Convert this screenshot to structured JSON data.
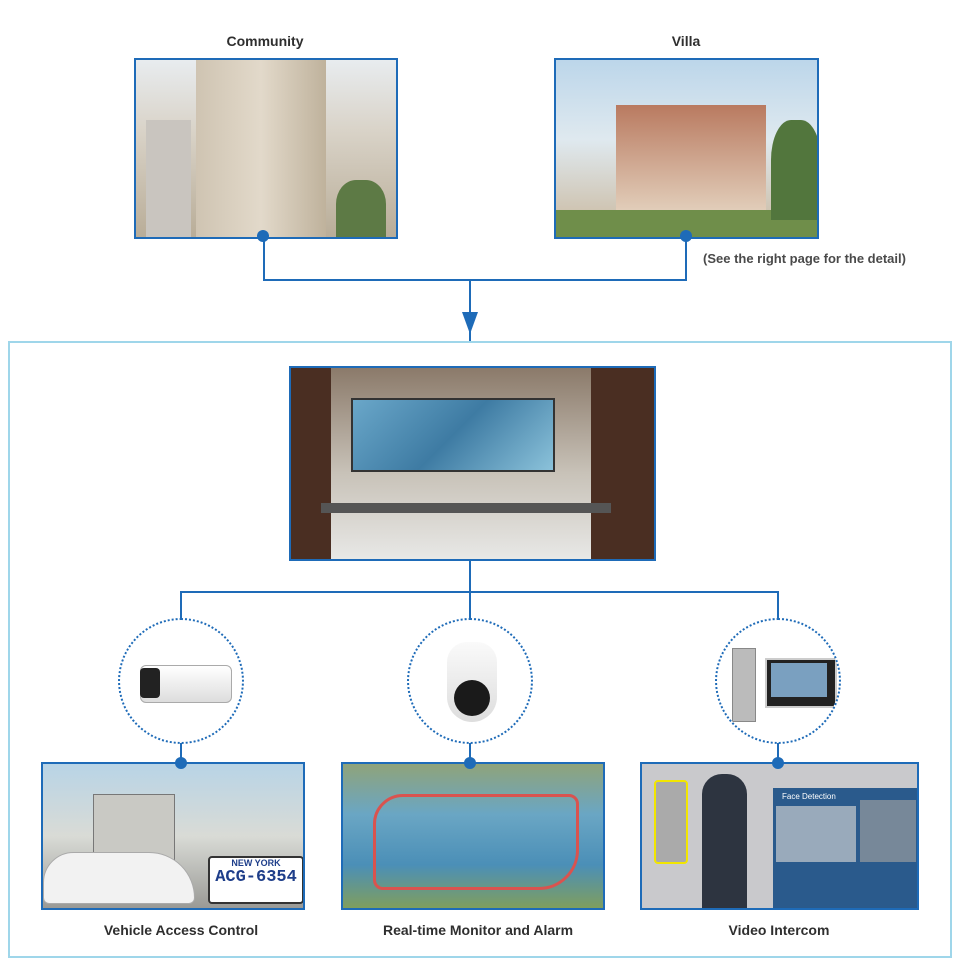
{
  "top": {
    "community_label": "Community",
    "villa_label": "Villa",
    "note": "(See the right page for the detail)"
  },
  "bottom": {
    "items": [
      {
        "label": "Vehicle Access Control",
        "plate_state": "NEW YORK",
        "plate_number": "ACG-6354"
      },
      {
        "label": "Real-time Monitor and Alarm"
      },
      {
        "label": "Video Intercom",
        "screen_title": "Face Detection"
      }
    ]
  },
  "colors": {
    "accent": "#1e6bb8",
    "frame": "#9fd6ea"
  }
}
